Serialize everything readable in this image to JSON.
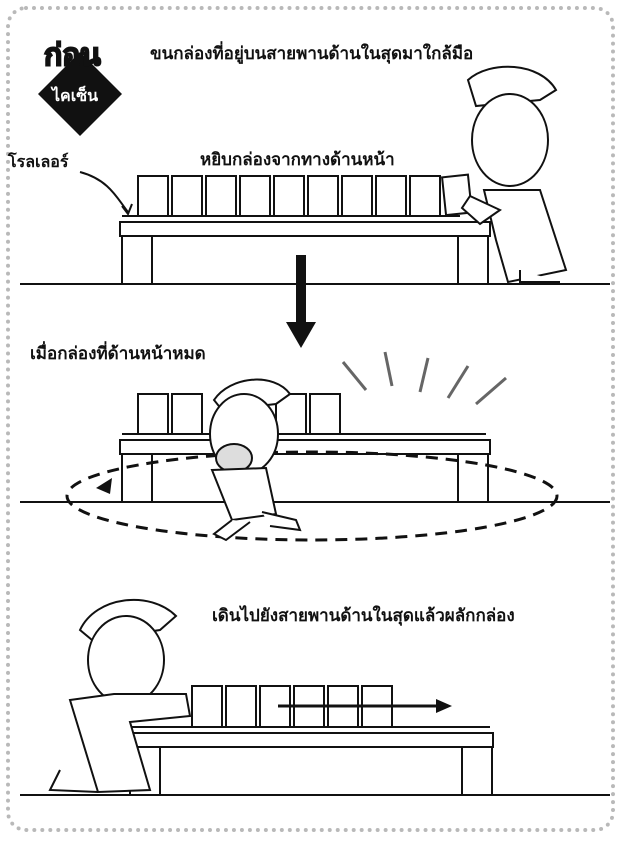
{
  "badge": {
    "title": "ก่อน",
    "subtitle": "ไคเซ็น"
  },
  "panel1": {
    "caption": "ขนกล่องที่อยู่บนสายพานด้านในสุดมาใกล้มือ",
    "roller_label": "โรลเลอร์",
    "action": "หยิบกล่องจากทางด้านหน้า"
  },
  "panel2": {
    "caption": "เมื่อกล่องที่ด้านหน้าหมด"
  },
  "panel3": {
    "caption": "เดินไปยังสายพานด้านในสุดแล้วผลักกล่อง"
  }
}
